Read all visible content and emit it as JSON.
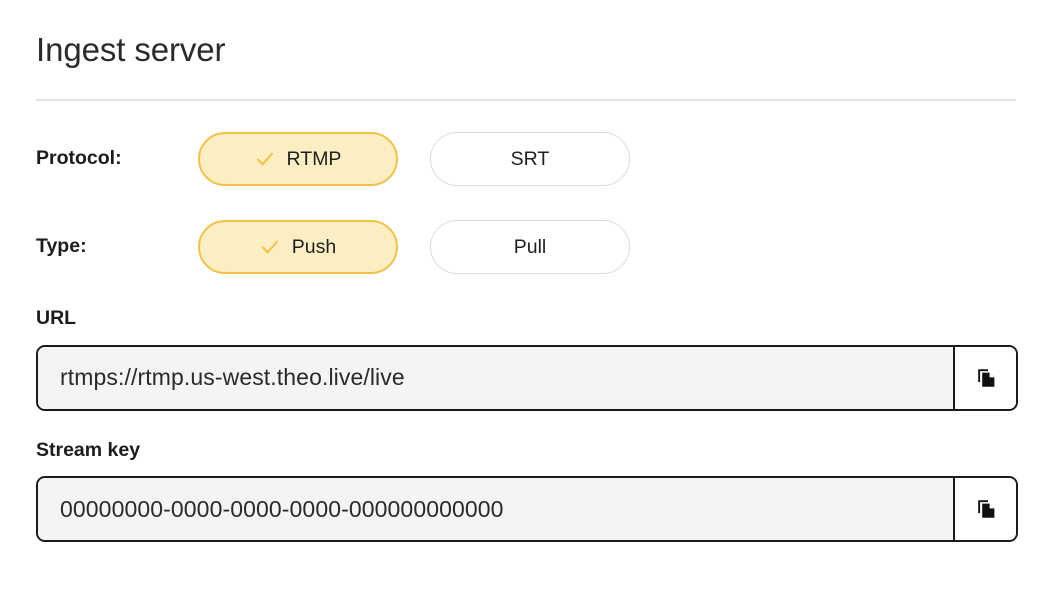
{
  "header": {
    "title": "Ingest server"
  },
  "colors": {
    "selected_fill": "#fceec3",
    "selected_border": "#f0c246",
    "check_mark": "#f0c246",
    "unselected_border": "#dddddd",
    "input_border": "#1b1b1b",
    "input_fill": "#f4f4f4",
    "divider": "#e2e2e2"
  },
  "protocol": {
    "label": "Protocol:",
    "options": [
      {
        "label": "RTMP",
        "selected": true,
        "icon": "check-icon"
      },
      {
        "label": "SRT",
        "selected": false,
        "icon": ""
      }
    ]
  },
  "type": {
    "label": "Type:",
    "options": [
      {
        "label": "Push",
        "selected": true,
        "icon": "check-icon"
      },
      {
        "label": "Pull",
        "selected": false,
        "icon": ""
      }
    ]
  },
  "url_field": {
    "label": "URL",
    "value": "rtmps://rtmp.us-west.theo.live/live",
    "copy_icon": "copy-icon"
  },
  "stream_key_field": {
    "label": "Stream key",
    "value": "00000000-0000-0000-0000-000000000000",
    "copy_icon": "copy-icon"
  }
}
